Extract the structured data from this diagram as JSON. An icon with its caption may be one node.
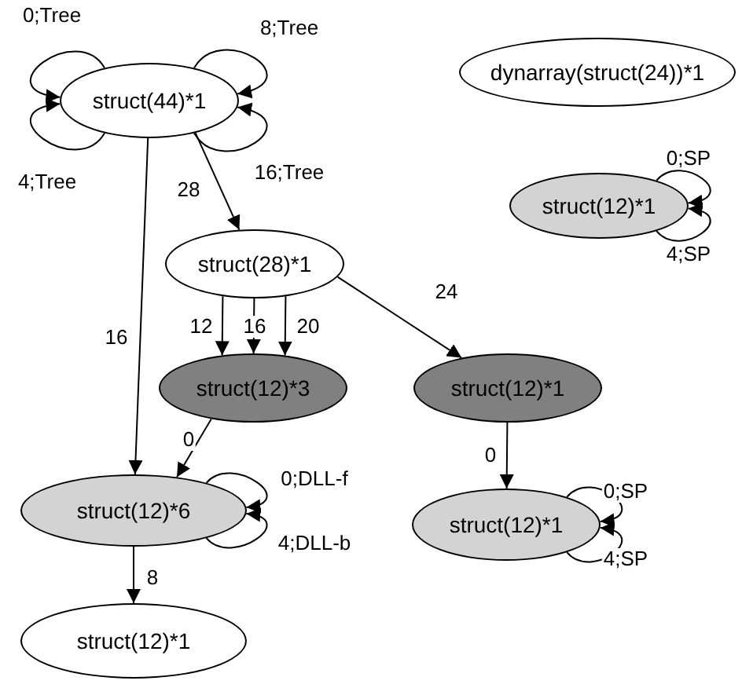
{
  "diagram": {
    "nodes": [
      {
        "text": [
          "struct(44)*1"
        ]
      },
      {
        "text": [
          "dynarray(struct(24))*1"
        ]
      },
      {
        "text": [
          "struct(28)*1"
        ]
      },
      {
        "text": [
          "struct(12)*1"
        ]
      },
      {
        "text": [
          "struct(12)*3"
        ]
      },
      {
        "text": [
          "struct(12)*1"
        ]
      },
      {
        "text": [
          "struct(12)*6"
        ]
      },
      {
        "text": [
          "struct(12)*1"
        ]
      },
      {
        "text": [
          "struct(12)*1"
        ]
      }
    ],
    "edges": [
      {
        "from": 0,
        "to": 0,
        "arrow": "to",
        "label": "0;Tree"
      },
      {
        "from": 0,
        "to": 0,
        "arrow": "to",
        "label": "4;Tree"
      },
      {
        "from": 0,
        "to": 0,
        "arrow": "to",
        "label": "8;Tree"
      },
      {
        "from": 0,
        "to": 0,
        "arrow": "to",
        "label": "16;Tree"
      },
      {
        "from": 0,
        "to": 2,
        "arrow": "to",
        "label": "28"
      },
      {
        "from": 0,
        "to": 6,
        "arrow": "to",
        "label": "16"
      },
      {
        "from": 3,
        "to": 3,
        "arrow": "to",
        "label": "0;SP"
      },
      {
        "from": 3,
        "to": 3,
        "arrow": "to",
        "label": "4;SP"
      },
      {
        "from": 2,
        "to": 4,
        "arrow": "to",
        "label": "12"
      },
      {
        "from": 2,
        "to": 4,
        "arrow": "to",
        "label": "16"
      },
      {
        "from": 2,
        "to": 4,
        "arrow": "to",
        "label": "20"
      },
      {
        "from": 2,
        "to": 5,
        "arrow": "to",
        "label": "24"
      },
      {
        "from": 4,
        "to": 6,
        "arrow": "to",
        "label": "0"
      },
      {
        "from": 6,
        "to": 6,
        "arrow": "to",
        "label": "0;DLL-f"
      },
      {
        "from": 6,
        "to": 6,
        "arrow": "to",
        "label": "4;DLL-b"
      },
      {
        "from": 5,
        "to": 7,
        "arrow": "to",
        "label": "0"
      },
      {
        "from": 7,
        "to": 7,
        "arrow": "to",
        "label": "0;SP"
      },
      {
        "from": 7,
        "to": 7,
        "arrow": "to",
        "label": "4;SP"
      },
      {
        "from": 6,
        "to": 8,
        "arrow": "to",
        "label": "8"
      }
    ]
  }
}
